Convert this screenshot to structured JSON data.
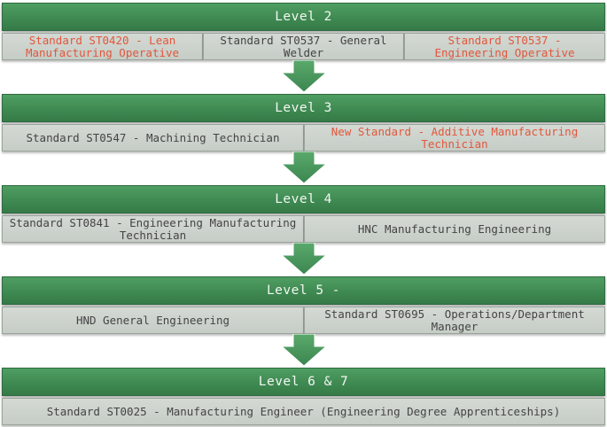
{
  "levels": [
    {
      "title": "Level 2",
      "items": [
        {
          "text": "Standard ST0420 - Lean Manufacturing Operative",
          "color": "#e2573b"
        },
        {
          "text": "Standard ST0537 - General Welder",
          "color": "#444444"
        },
        {
          "text": "Standard ST0537 - Engineering Operative",
          "color": "#e2573b"
        }
      ]
    },
    {
      "title": "Level 3",
      "items": [
        {
          "text": "Standard ST0547 - Machining Technician",
          "color": "#444444"
        },
        {
          "text": "New Standard - Additive Manufacturing Technician",
          "color": "#e2573b"
        }
      ]
    },
    {
      "title": "Level 4",
      "items": [
        {
          "text": "Standard ST0841 - Engineering Manufacturing Technician",
          "color": "#444444"
        },
        {
          "text": "HNC Manufacturing Engineering",
          "color": "#444444"
        }
      ]
    },
    {
      "title": "Level 5 -",
      "items": [
        {
          "text": "HND General Engineering",
          "color": "#444444"
        },
        {
          "text": "Standard ST0695 - Operations/Department Manager",
          "color": "#444444"
        }
      ]
    },
    {
      "title": "Level 6 & 7",
      "items": [
        {
          "text": "Standard ST0025 - Manufacturing Engineer (Engineering Degree Apprenticeships)",
          "color": "#444444"
        }
      ]
    }
  ],
  "colors": {
    "header_green": "#3f8a52",
    "cell_grey": "#c9cec9",
    "highlight_red": "#e2573b",
    "arrow_green": "#4f9e62"
  }
}
